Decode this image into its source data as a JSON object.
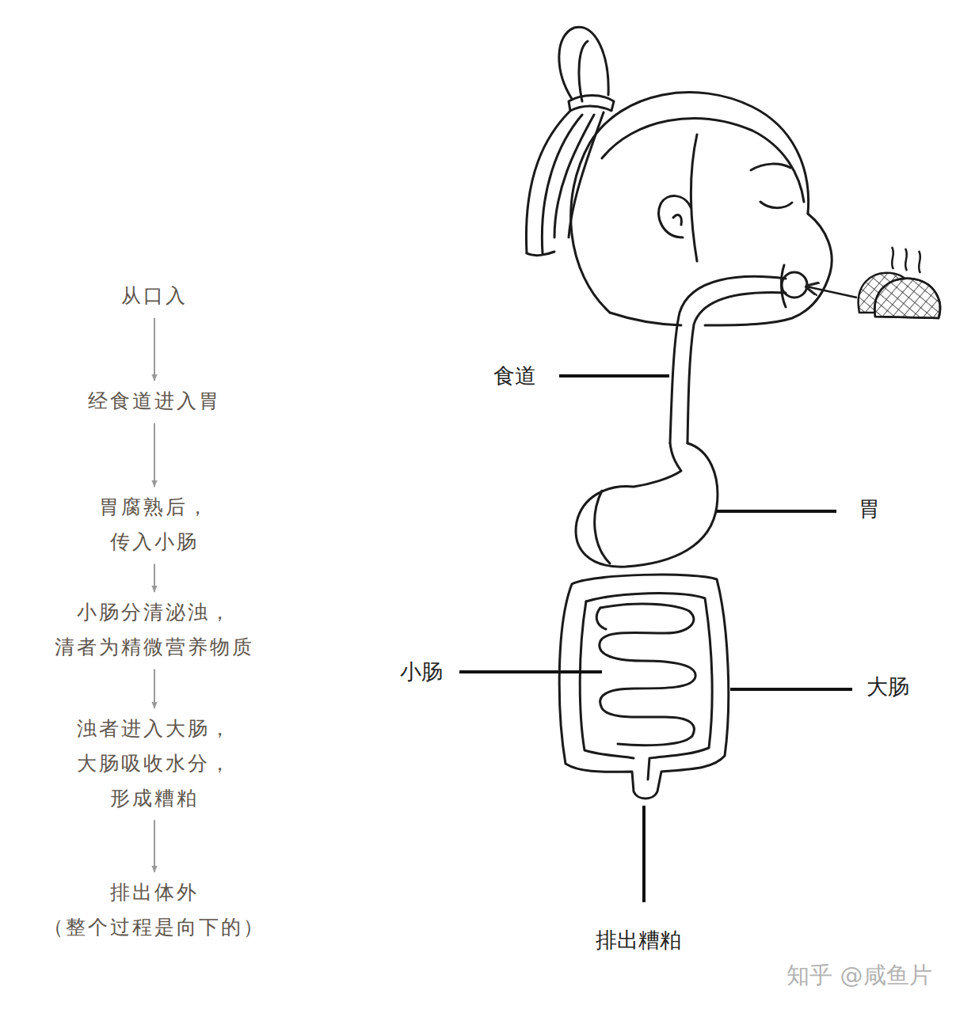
{
  "diagram": {
    "nodes": [
      {
        "text": [
          "从口入"
        ]
      },
      {
        "text": [
          "经食道进入胃"
        ]
      },
      {
        "text": [
          "胃腐熟后，传入小肠"
        ]
      },
      {
        "text": [
          "小肠分清泌浊， 清者为精微营养物质"
        ]
      },
      {
        "text": [
          "浊者进入大肠， 大肠吸收水分， 形成糟粕"
        ]
      },
      {
        "text": [
          "排出体外",
          "（整个过程是向下的）"
        ]
      }
    ],
    "edges": [
      {
        "from": 0,
        "to": 1,
        "arrow": "to"
      },
      {
        "from": 1,
        "to": 2,
        "arrow": "to"
      },
      {
        "from": 2,
        "to": 3,
        "arrow": "to"
      },
      {
        "from": 3,
        "to": 4,
        "arrow": "to"
      },
      {
        "from": 4,
        "to": 5,
        "arrow": "to"
      }
    ],
    "labels": [
      "食道",
      "胃",
      "小肠",
      "大肠",
      "排出糟粕",
      "知乎 @咸鱼片"
    ]
  }
}
